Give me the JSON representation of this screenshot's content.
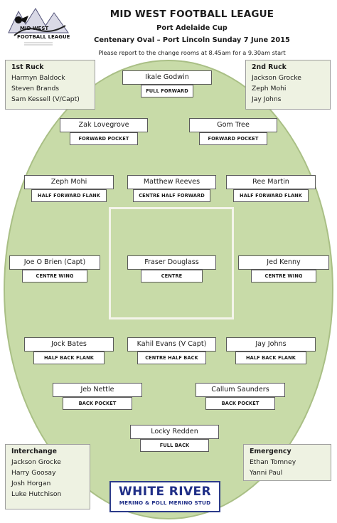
{
  "header": {
    "title": "MID WEST FOOTBALL LEAGUE",
    "cup": "Port Adelaide Cup",
    "venue": "Centenary Oval – Port Lincoln  Sunday 7 June 2015",
    "note": "Please report to the change rooms at 8.45am for a 9.30am start"
  },
  "logo": {
    "line1": "MID WEST",
    "line2": "FOOTBALL LEAGUE"
  },
  "first_ruck": {
    "title": "1st Ruck",
    "players": [
      "Harmyn Baldock",
      "Steven Brands",
      "Sam Kessell (V/Capt)"
    ]
  },
  "second_ruck": {
    "title": "2nd Ruck",
    "players": [
      "Jackson Grocke",
      "Zeph Mohi",
      "Jay Johns"
    ]
  },
  "interchange": {
    "title": "Interchange",
    "players": [
      "Jackson Grocke",
      "Harry Goosay",
      "Josh Horgan",
      "Luke Hutchison"
    ]
  },
  "emergency": {
    "title": "Emergency",
    "players": [
      "Ethan Tomney",
      "Yanni Paul"
    ]
  },
  "positions": {
    "full_forward": {
      "name": "Ikale Godwin",
      "label": "FULL FORWARD"
    },
    "forward_pocket_left": {
      "name": "Zak Lovegrove",
      "label": "FORWARD POCKET"
    },
    "forward_pocket_right": {
      "name": "Gom Tree",
      "label": "FORWARD POCKET"
    },
    "hff_left": {
      "name": "Zeph Mohi",
      "label": "HALF FORWARD FLANK"
    },
    "chf": {
      "name": "Matthew Reeves",
      "label": "CENTRE HALF FORWARD"
    },
    "hff_right": {
      "name": "Ree Martin",
      "label": "HALF FORWARD FLANK"
    },
    "wing_left": {
      "name": "Joe O Brien (Capt)",
      "label": "CENTRE WING"
    },
    "centre": {
      "name": "Fraser Douglass",
      "label": "CENTRE"
    },
    "wing_right": {
      "name": "Jed Kenny",
      "label": "CENTRE WING"
    },
    "hbf_left": {
      "name": "Jock Bates",
      "label": "HALF BACK FLANK"
    },
    "chb": {
      "name": "Kahil Evans (V Capt)",
      "label": "CENTRE HALF BACK"
    },
    "hbf_right": {
      "name": "Jay Johns",
      "label": "HALF BACK FLANK"
    },
    "back_pocket_left": {
      "name": "Jeb Nettle",
      "label": "BACK POCKET"
    },
    "back_pocket_right": {
      "name": "Callum Saunders",
      "label": "BACK POCKET"
    },
    "full_back": {
      "name": "Locky Redden",
      "label": "FULL BACK"
    }
  },
  "sponsor": {
    "name": "WHITE RIVER",
    "tagline": "MERINO & POLL MERINO STUD"
  },
  "colors": {
    "oval_fill": "#c8dba8",
    "sponsor_blue": "#1f2e87"
  }
}
